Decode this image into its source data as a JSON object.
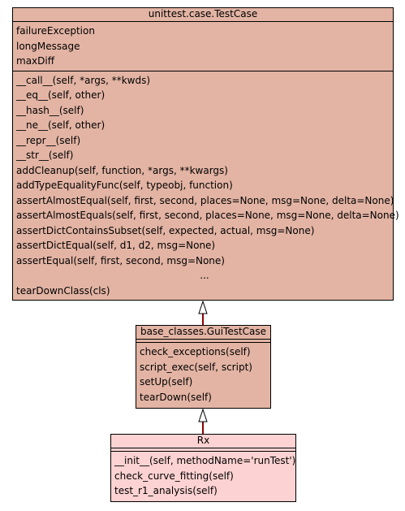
{
  "colors": {
    "base_fill": "#e3b4a4",
    "leaf_fill": "#fdd2d2",
    "edge": "#8b0000"
  },
  "testcase": {
    "name": "unittest.case.TestCase",
    "attributes": [
      "failureException",
      "longMessage",
      "maxDiff"
    ],
    "methods": [
      "__call__(self, *args, **kwds)",
      "__eq__(self, other)",
      "__hash__(self)",
      "__ne__(self, other)",
      "__repr__(self)",
      "__str__(self)",
      "addCleanup(self, function, *args, **kwargs)",
      "addTypeEqualityFunc(self, typeobj, function)",
      "assertAlmostEqual(self, first, second, places=None, msg=None, delta=None)",
      "assertAlmostEquals(self, first, second, places=None, msg=None, delta=None)",
      "assertDictContainsSubset(self, expected, actual, msg=None)",
      "assertDictEqual(self, d1, d2, msg=None)",
      "assertEqual(self, first, second, msg=None)"
    ],
    "ellipsis": "...",
    "last_method": "tearDownClass(cls)"
  },
  "guitestcase": {
    "name": "base_classes.GuiTestCase",
    "methods": [
      "check_exceptions(self)",
      "script_exec(self, script)",
      "setUp(self)",
      "tearDown(self)"
    ]
  },
  "rx": {
    "name": "Rx",
    "methods": [
      "__init__(self, methodName='runTest')",
      "check_curve_fitting(self)",
      "test_r1_analysis(self)"
    ]
  }
}
